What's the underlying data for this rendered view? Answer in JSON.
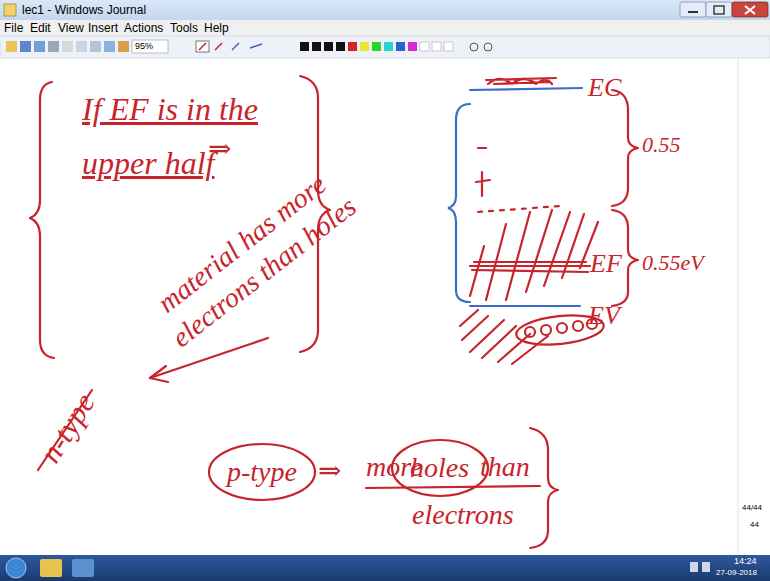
{
  "diagram": {
    "nodes": [
      {
        "text": [
          "p-type"
        ]
      },
      {
        "text": [
          "holes"
        ]
      }
    ],
    "labels": [
      "lec1 - Windows Journal",
      "File",
      "Edit",
      "View",
      "Insert",
      "Actions",
      "Tools",
      "Help",
      "95%",
      "If EF is in the upper half",
      "⇒",
      "material has more electrons than holes",
      "n-type",
      "⇒",
      "more",
      "than",
      "electrons",
      "EC",
      "0.55",
      "EF",
      "0.55eV",
      "EV",
      "44/44",
      "44",
      "14:24",
      "27-09-2018"
    ]
  }
}
